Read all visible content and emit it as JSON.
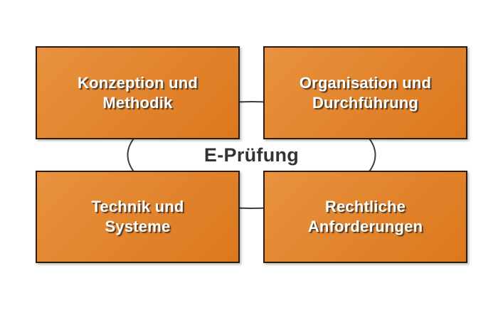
{
  "diagram": {
    "type": "cycle-matrix",
    "center_title": "E-Prüfung",
    "boxes": [
      {
        "id": "konzeption-methodik",
        "line1": "Konzeption und",
        "line2": "Methodik"
      },
      {
        "id": "organisation-durchfuehrung",
        "line1": "Organisation und",
        "line2": "Durchführung"
      },
      {
        "id": "technik-systeme",
        "line1": "Technik und",
        "line2": "Systeme"
      },
      {
        "id": "rechtliche-anforderungen",
        "line1": "Rechtliche",
        "line2": "Anforderungen"
      }
    ],
    "colors": {
      "box_fill_light": "#E8923F",
      "box_fill_dark": "#DC781E",
      "box_border": "#2B1C0C",
      "box_text": "#FFFFFF",
      "box_text_shadow": "#3E2E1E",
      "center_text": "#333333",
      "ellipse_stroke": "#3D3D3D",
      "background": "#FFFFFF"
    }
  }
}
